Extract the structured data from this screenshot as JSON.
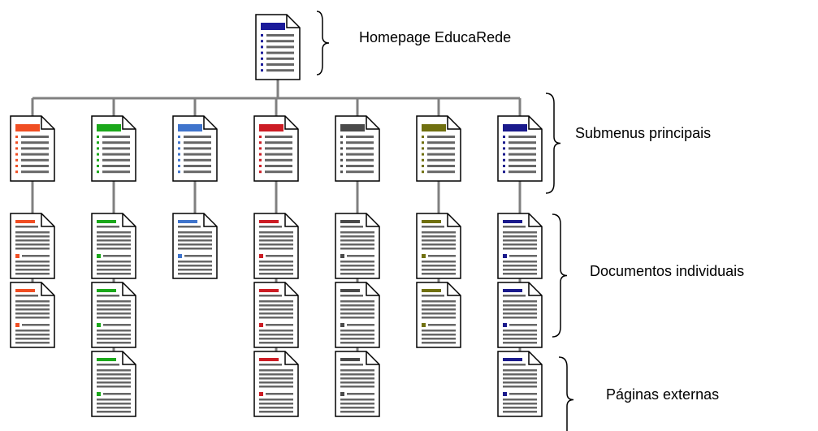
{
  "labels": {
    "homepage": "Homepage EducaRede",
    "submenus": "Submenus principais",
    "documentos": "Documentos individuais",
    "externas": "Páginas externas"
  },
  "colors": {
    "connector": "#808080",
    "page_fill": "#ffffff",
    "page_outline": "#000000",
    "line_gray": "#666666",
    "homepage": "#1a1a9a",
    "branches": [
      "#f04e23",
      "#1ba81b",
      "#3f74cc",
      "#cc1c24",
      "#4a4a4a",
      "#707010",
      "#1a1a8c"
    ]
  },
  "structure": {
    "branch_count": 7,
    "docs_per_branch": [
      2,
      3,
      1,
      3,
      3,
      2,
      3
    ],
    "external_branches": [
      1,
      3,
      4,
      6
    ]
  }
}
